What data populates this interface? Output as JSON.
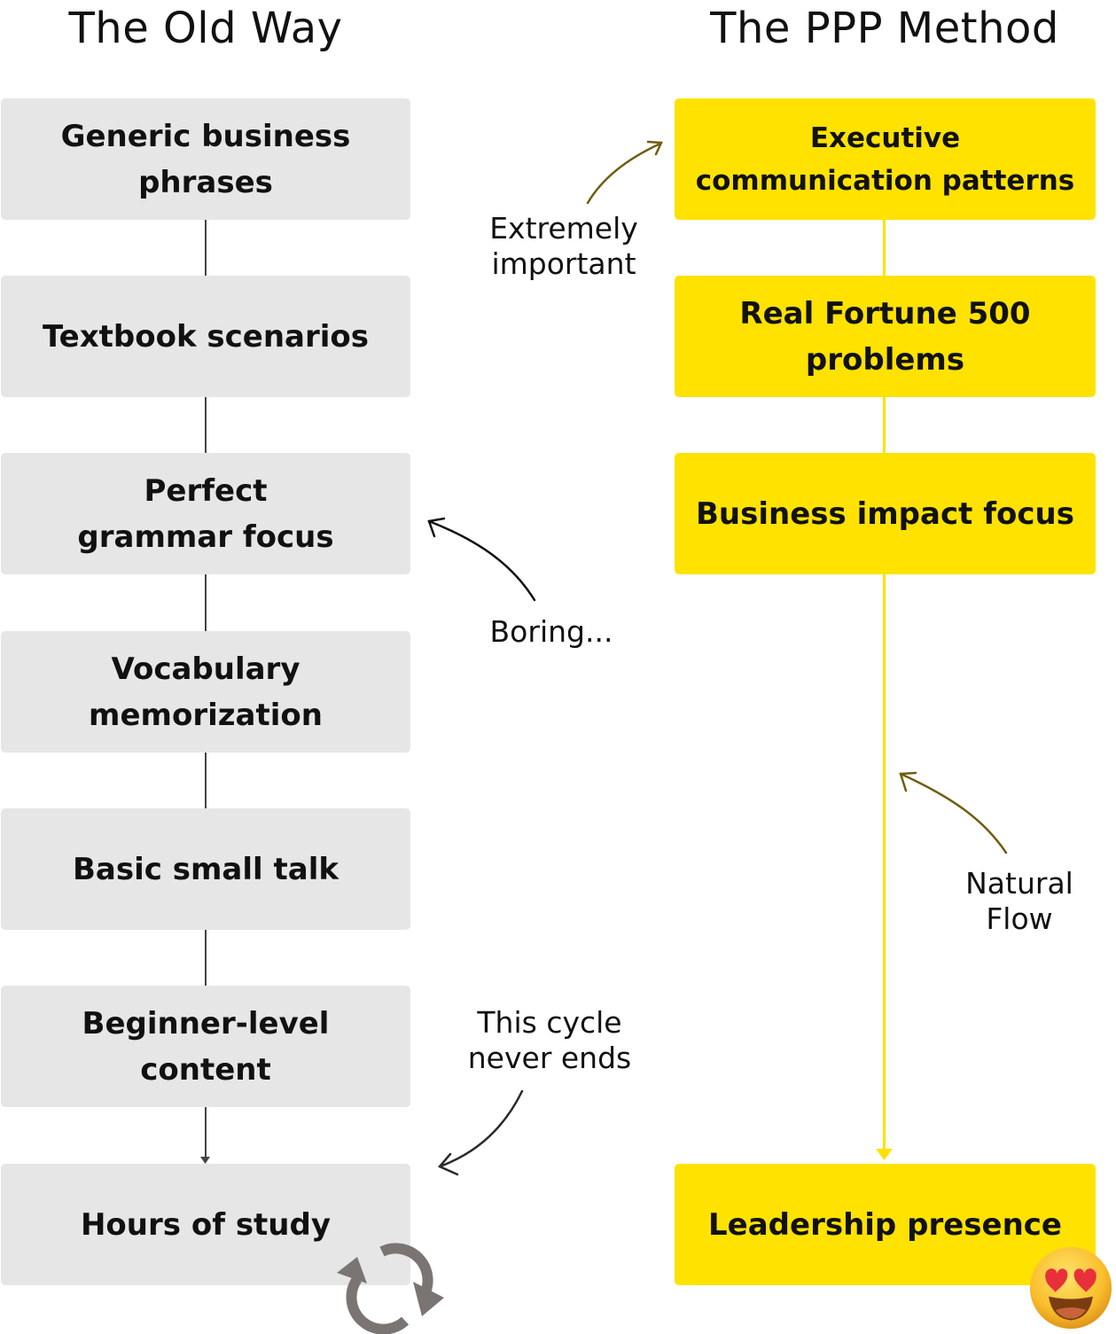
{
  "columns": {
    "old": {
      "title": "The Old Way",
      "steps": [
        "Generic business phrases",
        "Textbook scenarios",
        "Perfect grammar focus",
        "Vocabulary memorization",
        "Basic small talk",
        "Beginner-level content",
        "Hours of study"
      ],
      "step_lines": [
        [
          "Generic business",
          "phrases"
        ],
        [
          "Textbook scenarios"
        ],
        [
          "Perfect",
          "grammar focus"
        ],
        [
          "Vocabulary",
          "memorization"
        ],
        [
          "Basic small talk"
        ],
        [
          "Beginner-level",
          "content"
        ],
        [
          "Hours of study"
        ]
      ],
      "end_icon": "cycle-arrows-icon"
    },
    "ppp": {
      "title": "The PPP Method",
      "steps": [
        "Executive communication patterns",
        "Real Fortune 500 problems",
        "Business impact focus",
        "Leadership presence"
      ],
      "step_lines": [
        [
          "Executive",
          "communication patterns"
        ],
        [
          "Real Fortune 500",
          "problems"
        ],
        [
          "Business impact focus"
        ],
        [
          "Leadership presence"
        ]
      ],
      "end_icon": "heart-eyes-emoji-icon"
    }
  },
  "annotations": {
    "extremely_important": [
      "Extremely",
      "important"
    ],
    "boring": [
      "Boring..."
    ],
    "cycle": [
      "This cycle",
      "never ends"
    ],
    "natural_flow": [
      "Natural",
      "Flow"
    ]
  },
  "colors": {
    "old_box": "#e6e6e6",
    "ppp_box": "#ffe200",
    "old_connector": "#444444",
    "annotation_arrow_olive": "#6e5e12",
    "annotation_arrow_dark": "#222222",
    "cycle_icon": "#7a7572"
  }
}
